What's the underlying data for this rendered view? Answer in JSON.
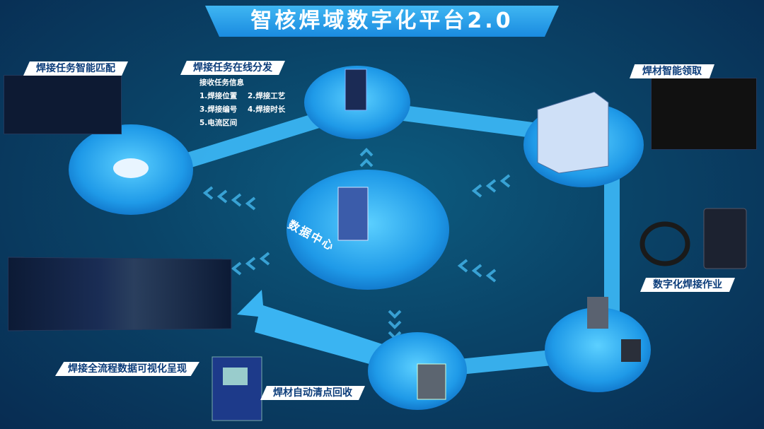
{
  "title": "智核焊域数字化平台2.0",
  "labels": {
    "task_match": "焊接任务智能匹配",
    "task_dispatch": "焊接任务在线分发",
    "material_pickup": "焊材智能领取",
    "digital_welding": "数字化焊接作业",
    "visualization": "焊接全流程数据可视化呈现",
    "recycle": "焊材自动清点回收",
    "data_center": "数据中心"
  },
  "task_info": {
    "heading": "接收任务信息",
    "items": [
      "1.焊接位置",
      "2.焊接工艺",
      "3.焊接编号",
      "4.焊接时长",
      "5.电流区间"
    ]
  },
  "colors": {
    "accent": "#1a8be0",
    "band": "#3ab4f2",
    "bg": "#0a4468"
  }
}
